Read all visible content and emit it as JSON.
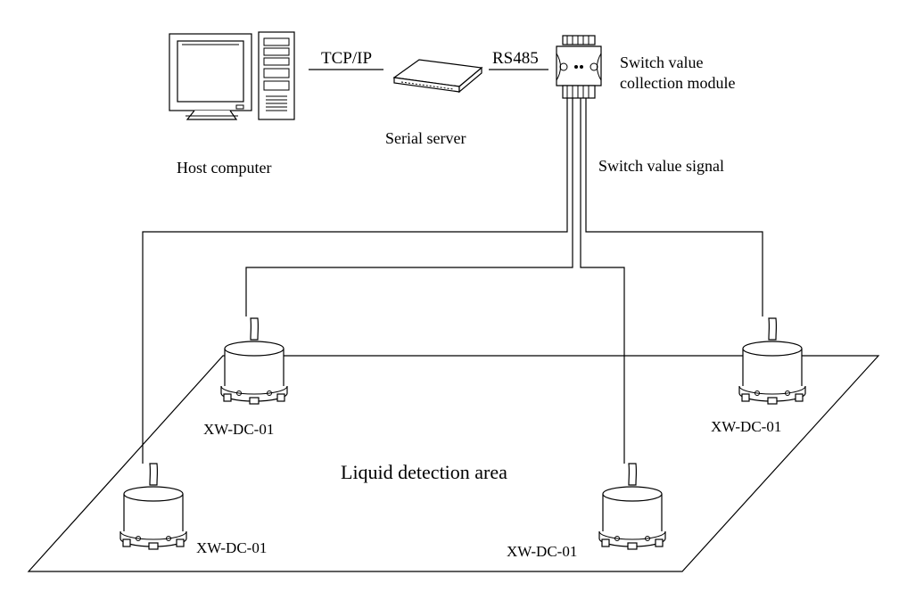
{
  "labels": {
    "host_computer": "Host computer",
    "serial_server": "Serial server",
    "module_line1": "Switch value",
    "module_line2": "collection module",
    "tcpip": "TCP/IP",
    "rs485": "RS485",
    "switch_signal": "Switch value signal",
    "area": "Liquid detection area",
    "sensor_nw": "XW-DC-01",
    "sensor_ne": "XW-DC-01",
    "sensor_sw": "XW-DC-01",
    "sensor_s": "XW-DC-01"
  },
  "icons": {
    "host": "desktop-computer-icon",
    "server": "serial-server-icon",
    "module": "collection-module-icon",
    "sensor": "liquid-sensor-icon"
  },
  "colors": {
    "line": "#000000",
    "background": "#ffffff"
  }
}
